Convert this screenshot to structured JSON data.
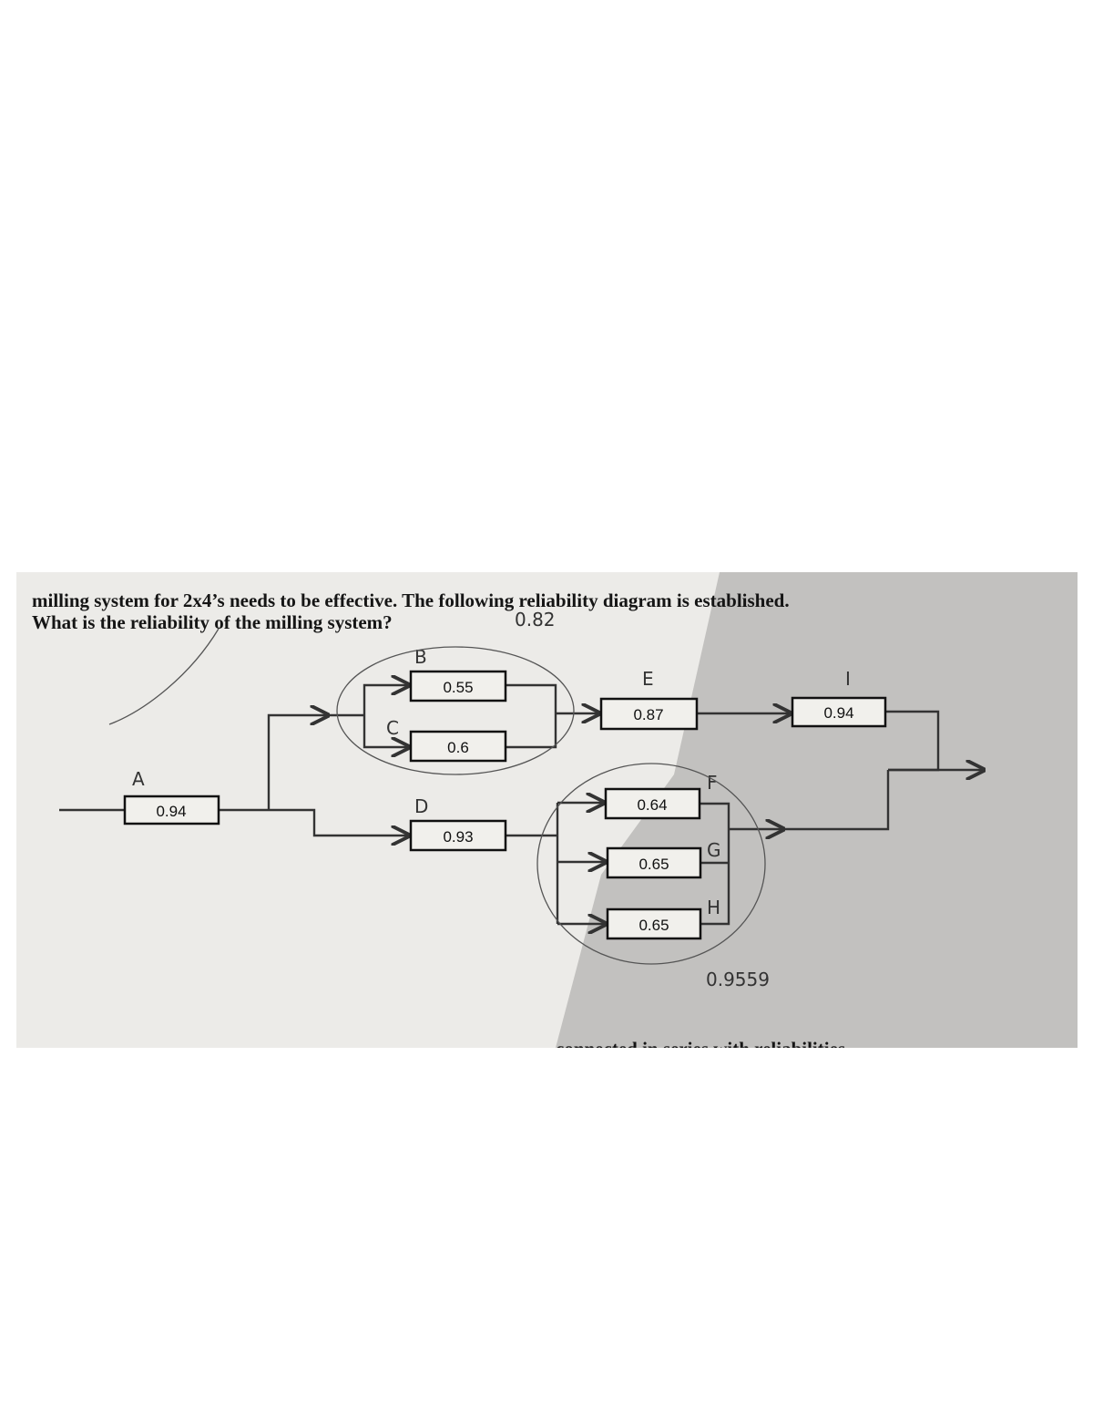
{
  "question": {
    "line1": "milling system for 2x4’s needs to be effective. The following reliability diagram is established.",
    "line2": "What is the reliability of the milling system?",
    "cut_bottom_line": "connected in series with reliabilities"
  },
  "diagram": {
    "components": [
      {
        "label": "A",
        "reliability": "0.94"
      },
      {
        "label": "B",
        "reliability": "0.55"
      },
      {
        "label": "C",
        "reliability": "0.6"
      },
      {
        "label": "D",
        "reliability": "0.93"
      },
      {
        "label": "E",
        "reliability": "0.87"
      },
      {
        "label": "F",
        "reliability": "0.64"
      },
      {
        "label": "G",
        "reliability": "0.65"
      },
      {
        "label": "H",
        "reliability": "0.65"
      },
      {
        "label": "I",
        "reliability": "0.94"
      }
    ]
  },
  "annotations": {
    "bc_parallel": "0.82",
    "fgh_parallel": "0.9559"
  },
  "colors": {
    "paper": "#ecebe8",
    "shadow": "#9b9b9b",
    "ink": "#111111"
  }
}
